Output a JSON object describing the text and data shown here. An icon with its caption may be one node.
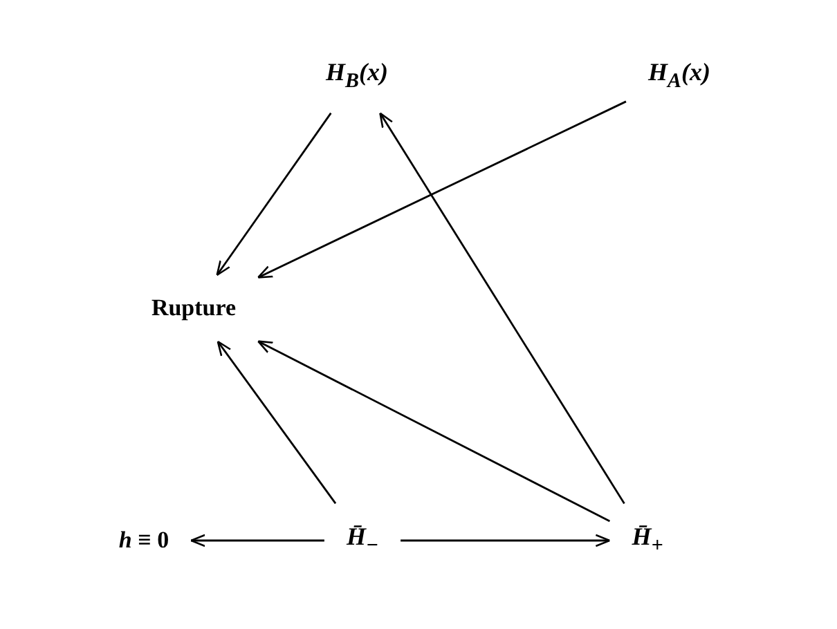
{
  "diagram": {
    "nodes": [
      {
        "text": [
          "H$_{B}$(x)"
        ]
      },
      {
        "text": [
          "H$_{A}$(x)"
        ]
      },
      {
        "text": [
          "Rupture"
        ]
      },
      {
        "text": [
          "*h* ≡ 0"
        ]
      },
      {
        "text": [
          "H̄$_{−}$"
        ]
      },
      {
        "text": [
          "H̄$_{+}$"
        ]
      }
    ],
    "edges": [
      {
        "from": 0,
        "to": 2,
        "arrow": "to"
      },
      {
        "from": 1,
        "to": 2,
        "arrow": "to"
      },
      {
        "from": 5,
        "to": 0,
        "arrow": "to"
      },
      {
        "from": 5,
        "to": 2,
        "arrow": "to"
      },
      {
        "from": 4,
        "to": 2,
        "arrow": "to"
      },
      {
        "from": 4,
        "to": 3,
        "arrow": "to"
      },
      {
        "from": 4,
        "to": 5,
        "arrow": "to"
      }
    ]
  }
}
